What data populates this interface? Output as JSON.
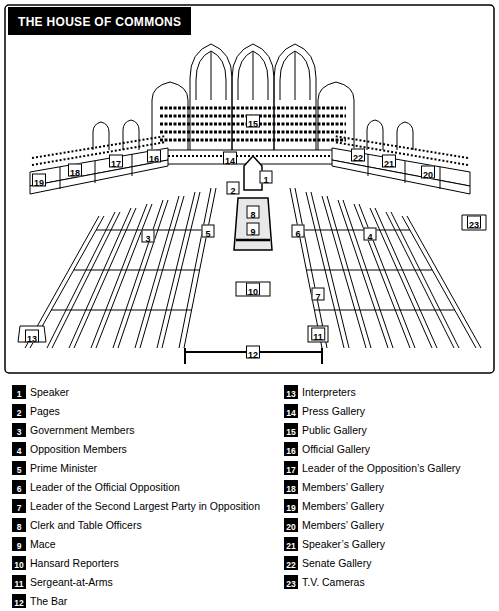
{
  "diagram": {
    "title": "THE HOUSE OF COMMONS",
    "labels": [
      "1",
      "2",
      "3",
      "4",
      "5",
      "6",
      "7",
      "8",
      "9",
      "10",
      "11",
      "12",
      "13",
      "14",
      "15",
      "16",
      "17",
      "18",
      "19",
      "20",
      "21",
      "22",
      "23",
      "1",
      "Speaker",
      "2",
      "Pages",
      "3",
      "Government Members",
      "4",
      "Opposition Members",
      "5",
      "Prime Minister",
      "6",
      "Leader of the Official Opposition",
      "7",
      "Leader of the Second Largest Party in Opposition",
      "8",
      "Clerk and Table Officers",
      "9",
      "Mace",
      "10",
      "Hansard Reporters",
      "11",
      "Sergeant-at-Arms",
      "12",
      "The Bar",
      "13",
      "Interpreters",
      "14",
      "Press Gallery",
      "15",
      "Public Gallery",
      "16",
      "Official Gallery",
      "17",
      "Leader of the Opposition’s Gallery",
      "18",
      "Members’ Gallery",
      "19",
      "Members’ Gallery",
      "20",
      "Members’ Gallery",
      "21",
      "Speaker’s Gallery",
      "22",
      "Senate Gallery",
      "23",
      "T.V. Cameras"
    ]
  }
}
